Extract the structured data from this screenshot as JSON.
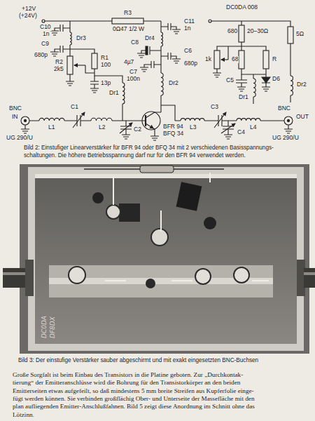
{
  "diagram": {
    "labels": [
      "+12V",
      "(+24V)",
      "R3",
      "0Ω47 1/2 W",
      "C10",
      "1n",
      "Dr3",
      "C9",
      "680p",
      "R1",
      "100",
      "R2",
      "2k5",
      "13p",
      "C11",
      "1n",
      "Dr4",
      "C8",
      "4µ7",
      "C6",
      "680p",
      "C7",
      "100n",
      "Dr2",
      "Dr1",
      "DC0DA 008",
      "680",
      "20–30Ω",
      "1k",
      "68",
      "R",
      "5Ω",
      "C5",
      "D6",
      "Dr1",
      "Dr2",
      "BNC",
      "IN",
      "L1",
      "C1",
      "L2",
      "C2",
      "BFR 94",
      "BFQ 34",
      "L3",
      "C3",
      "L4",
      "C4",
      "BNC",
      "OUT",
      "UG 290/U",
      "UG 290/U",
      "Bild 2: Einstufiger Linearverstärker für BFR 94 oder BFQ 34 mit 2 verschiedenen Basisspannungs-",
      "schaltungen. Die höhere Betriebsspannung darf nur für den BFR 94 verwendet werden.",
      "DC0DA",
      "DF8DX",
      "Bild 3: Der einstufige Verstärker sauber abgeschirmt und mit exakt eingesetzten BNC-Buchsen",
      "Große Sorgfalt ist beim Einbau des Transistors in die Platine geboten. Zur „Durchkontak-",
      "tierung“ der Emitteranschlüsse wird die Bohrung für den Transistorkörper an den beiden",
      "Emitterseiten etwas aufgefeilt, so daß mindestens 5 mm breite Streifen aus Kupferfolie einge-",
      "fügt werden können. Sie verbinden großflächig Ober- und Unterseite der Massefläche mit den",
      "plan aufliegenden Emitter-Anschlußfahnen. Bild 5 zeigt diese Anordnung im Schnitt ohne das",
      "Lötzinn."
    ]
  }
}
